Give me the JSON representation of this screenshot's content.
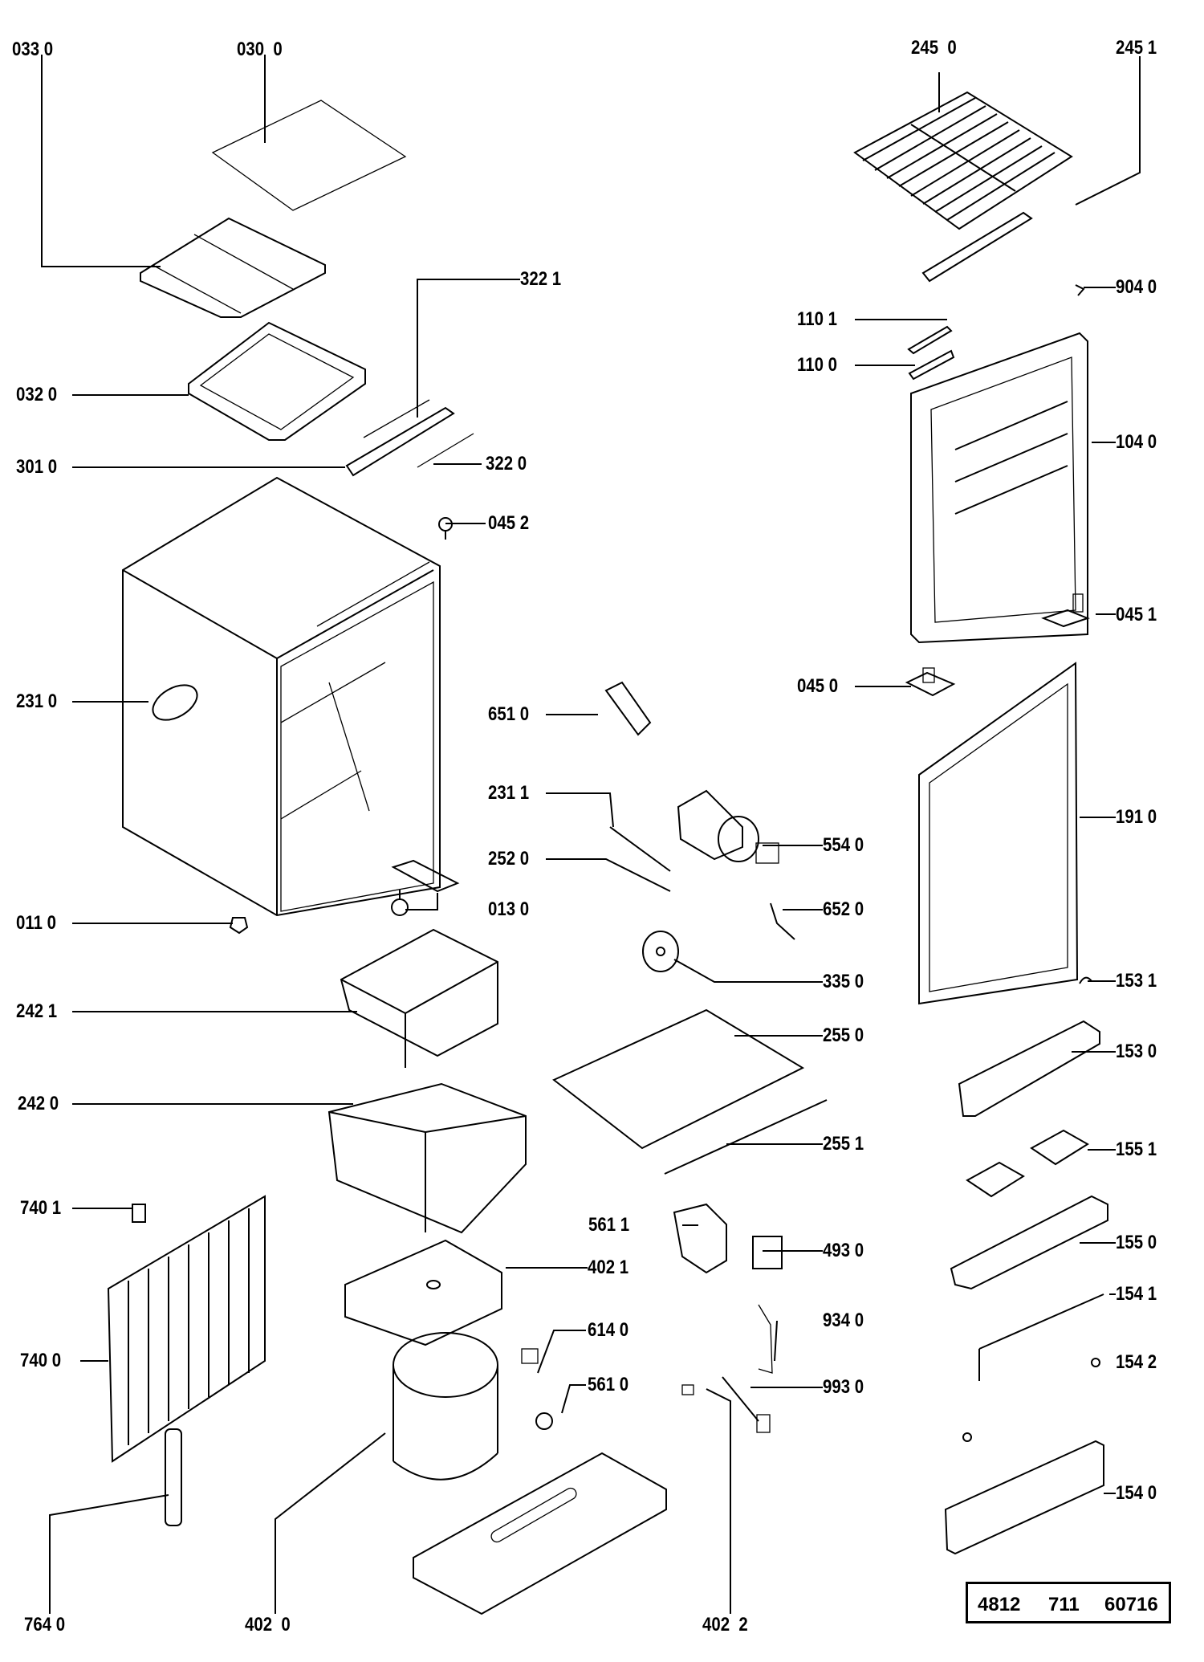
{
  "diagram": {
    "title": "Refrigerator exploded parts diagram",
    "reference_number": {
      "part1": "4812",
      "part2": "711",
      "part3": "60716"
    },
    "labels": {
      "p0330": "033 0",
      "p0300": "030  0",
      "p3221": "322 1",
      "p0320": "032 0",
      "p3010": "301 0",
      "p3220": "322 0",
      "p0452": "045 2",
      "p2310": "231 0",
      "p0110": "011 0",
      "p0130": "013 0",
      "p2421": "242 1",
      "p2420": "242 0",
      "p7401": "740 1",
      "p7400": "740 0",
      "p7640": "764 0",
      "p4020": "402  0",
      "p4021": "402 1",
      "p4022": "402  2",
      "p6140": "614 0",
      "p5610": "561 0",
      "p5611": "561 1",
      "p6510": "651 0",
      "p2311": "231 1",
      "p2520": "252 0",
      "p5540": "554 0",
      "p6520": "652 0",
      "p3350": "335 0",
      "p2550": "255 0",
      "p2551": "255 1",
      "p4930": "493 0",
      "p9340": "934 0",
      "p9930": "993 0",
      "p2450": "245  0",
      "p2451": "245 1",
      "p9040": "904 0",
      "p1101": "110 1",
      "p1100": "110 0",
      "p1040": "104 0",
      "p0451": "045 1",
      "p0450": "045 0",
      "p1910": "191 0",
      "p1531": "153 1",
      "p1530": "153 0",
      "p1551": "155 1",
      "p1550": "155 0",
      "p1541": "154 1",
      "p1542": "154 2",
      "p1540": "154 0"
    }
  }
}
